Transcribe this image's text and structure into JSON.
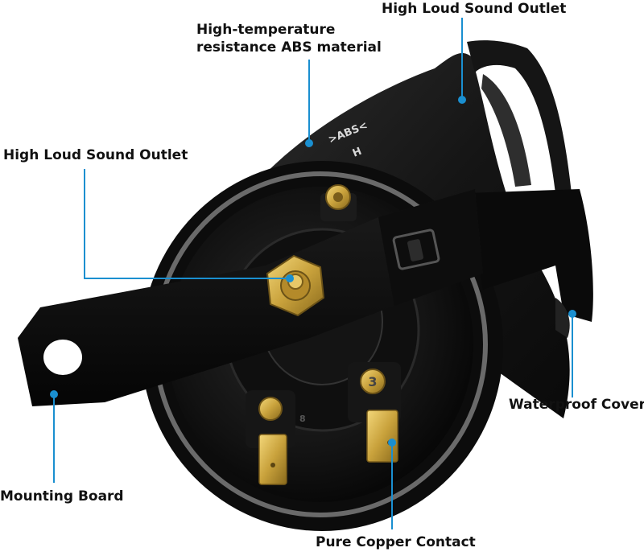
{
  "colors": {
    "callout_line": "#1a8fd0",
    "label_text": "#111111",
    "horn_body": "#111111",
    "brass": "#c9a23c"
  },
  "callouts": {
    "top_right_outlet": "High Loud Sound Outlet",
    "abs_material_line1": "High-temperature",
    "abs_material_line2": "resistance ABS material",
    "left_outlet": "High Loud Sound Outlet",
    "waterproof_cover": "Waterproof Cover",
    "mounting_board": "Mounting Board",
    "copper_contact": "Pure Copper Contact"
  },
  "product_markings": {
    "material_stamp": ">ABS<",
    "stamp_letter": "H",
    "terminal_number": "3",
    "body_number": "8"
  }
}
